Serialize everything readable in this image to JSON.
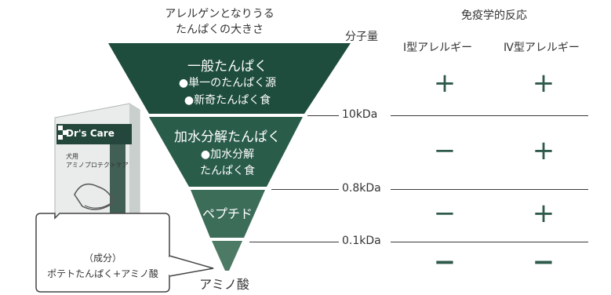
{
  "header": {
    "allergen_title_line1": "アレルゲンとなりうる",
    "allergen_title_line2": "たんぱくの大きさ",
    "molecular_weight_label": "分子量",
    "immune_response_label": "免疫学的反応",
    "type1_label": "Ⅰ型アレルギー",
    "type4_label": "Ⅳ型アレルギー"
  },
  "tiers": [
    {
      "title": "一般たんぱく",
      "lines": [
        "●単一のたんぱく源",
        "●新奇たんぱく食"
      ],
      "type1": "+",
      "type4": "+"
    },
    {
      "title": "加水分解たんぱく",
      "lines": [
        "●加水分解",
        "たんぱく食"
      ],
      "type1": "−",
      "type4": "+"
    },
    {
      "title": "ペプチド",
      "lines": [],
      "type1": "−",
      "type4": "+"
    },
    {
      "title": "アミノ酸",
      "lines": [],
      "type1": "−",
      "type4": "−"
    }
  ],
  "thresholds": [
    "10kDa",
    "0.8kDa",
    "0.1kDa"
  ],
  "product": {
    "brand": "Dr's Care",
    "sub_label": "犬用",
    "name": "アミノプロテクトケア",
    "callout_line1": "（成分）",
    "callout_line2": "ポテトたんぱく+アミノ酸"
  },
  "colors": {
    "tier1": "#1e4d3d",
    "tier2": "#2a5c4a",
    "tier3": "#3b6d58",
    "tier4": "#4d7a64",
    "symbol": "#2e5a4a"
  }
}
